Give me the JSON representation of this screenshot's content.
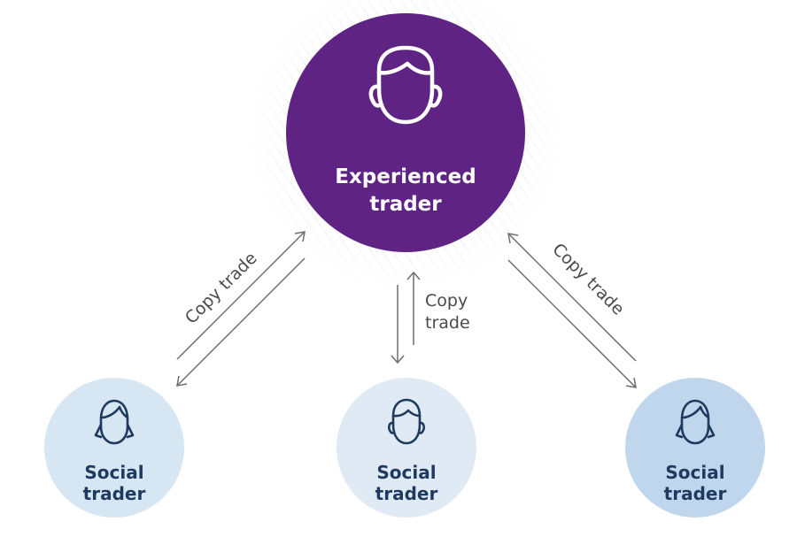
{
  "main_node": {
    "label_line1": "Experienced",
    "label_line2": "trader",
    "icon": "male-head-icon",
    "color": "#5f2383"
  },
  "social_nodes": [
    {
      "label_line1": "Social",
      "label_line2": "trader",
      "icon": "female-head-icon",
      "color": "#d7e6f3"
    },
    {
      "label_line1": "Social",
      "label_line2": "trader",
      "icon": "male-head-icon",
      "color": "#dfeaf5"
    },
    {
      "label_line1": "Social",
      "label_line2": "trader",
      "icon": "female-head-icon",
      "color": "#bfd6ec"
    }
  ],
  "arrows": {
    "left_label": "Copy trade",
    "center_label_line1": "Copy",
    "center_label_line2": "trade",
    "right_label": "Copy trade"
  }
}
